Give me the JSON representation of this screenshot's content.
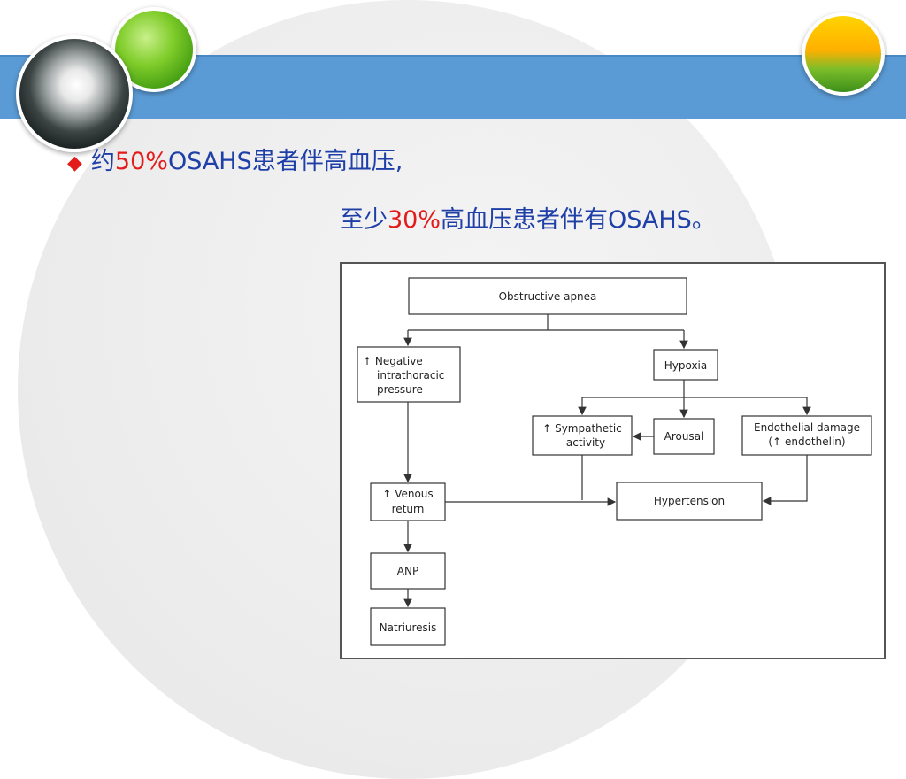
{
  "slide": {
    "line1": {
      "bullet": "◆",
      "prefix": "约",
      "percent": "50%",
      "suffix": "OSAHS患者伴高血压,"
    },
    "line2": {
      "prefix": "至少",
      "percent": "30%",
      "suffix": "高血压患者伴有OSAHS。"
    }
  },
  "colors": {
    "text": "#1f3fa8",
    "highlight": "#e31b1b",
    "band": "#5b9bd5"
  },
  "diagram": {
    "nodes": {
      "obstructive_apnea": "Obstructive apnea",
      "negative_pressure": [
        "↑ Negative",
        "intrathoracic",
        "pressure"
      ],
      "hypoxia": "Hypoxia",
      "sympathetic": [
        "↑ Sympathetic",
        "activity"
      ],
      "arousal": "Arousal",
      "endothelial": [
        "Endothelial damage",
        "(↑ endothelin)"
      ],
      "venous_return": [
        "↑ Venous",
        "return"
      ],
      "hypertension": "Hypertension",
      "anp": "ANP",
      "natriuresis": "Natriuresis"
    }
  }
}
